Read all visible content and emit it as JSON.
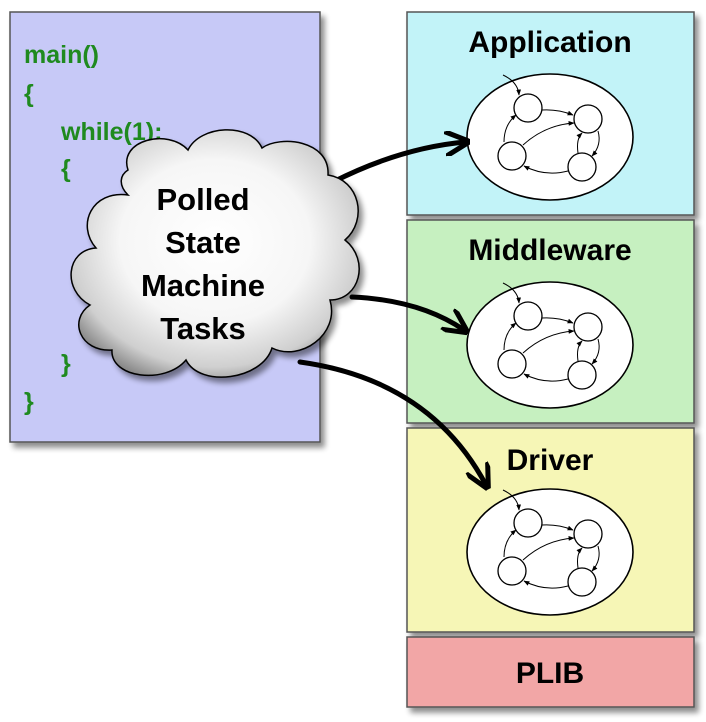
{
  "code": {
    "lines": [
      "main()",
      "{",
      "while(1);",
      "{",
      "}",
      "}"
    ]
  },
  "cloud": {
    "lines": [
      "Polled",
      "State",
      "Machine",
      "Tasks"
    ]
  },
  "layers": {
    "application": "Application",
    "middleware": "Middleware",
    "driver": "Driver",
    "plib": "PLIB"
  },
  "colors": {
    "code_panel": "#c7c9f7",
    "code_text": "#1f8a1f",
    "application": "#c2f3f8",
    "middleware": "#c6f0c0",
    "driver": "#f6f6b6",
    "plib": "#f2a6a6"
  }
}
